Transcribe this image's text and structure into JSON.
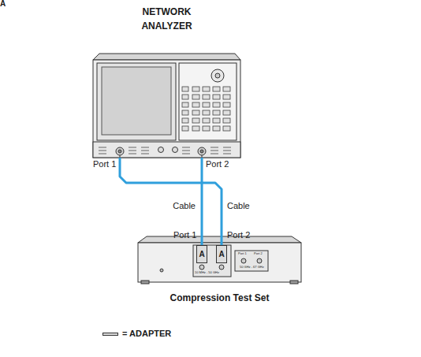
{
  "diagram": {
    "nodes": [
      {
        "text": [
          "NETWORK ANALYZER"
        ]
      },
      {
        "text": [
          "Compression Test Set"
        ]
      },
      {
        "text": [
          "A"
        ],
        "in": 1
      },
      {
        "text": [
          "A"
        ],
        "in": 1
      }
    ],
    "edges": [
      {
        "from": 0,
        "to": 2,
        "arrow": "none",
        "label": "Cable"
      },
      {
        "from": 0,
        "to": 3,
        "arrow": "none",
        "label": "Cable"
      }
    ],
    "labels": [
      "Port 1",
      "Port 2",
      "Port 1",
      "Port 2",
      "10 MHz - 50 GHz",
      "Port 1",
      "Port 2",
      "50 GHz - 67 GHz",
      "A"
    ],
    "legend": [
      {
        "text": "= ADAPTER"
      }
    ]
  }
}
